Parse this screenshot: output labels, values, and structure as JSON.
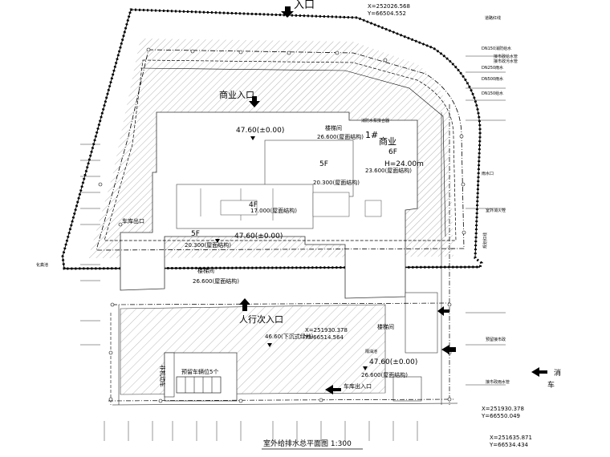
{
  "title": "室外给排水总平面图 1:300",
  "coords": {
    "top_right_x": "X=252026.568",
    "top_right_y": "Y=66504.552",
    "bottom_right1_x": "X=251930.378",
    "bottom_right1_y": "Y=66550.049",
    "bottom_right2_x": "X=251635.871",
    "bottom_right2_y": "Y=66534.434",
    "mid_x": "X=251930.378",
    "mid_y": "Y=66514.564"
  },
  "labels": {
    "entrance_top": "入口",
    "commercial_entrance": "商业入口",
    "pedestrian_entrance": "人行次入口",
    "building_no": "1#",
    "building_use": "商业",
    "floors": "6F",
    "height": "H=24.00m",
    "floor_5f": "5F",
    "floor_4f": "4F",
    "floor_5f_b": "5F",
    "fire_truck": "消",
    "fire_truck2": "车",
    "parking_note": "预留车辆位5个",
    "bike_parking": "非机动车",
    "level_1": "47.60(±0.00)",
    "level_2": "47.60(±0.00)",
    "level_3": "47.60(±0.00)",
    "roof_1": "26.600(屋面结构)",
    "roof_2": "23.600(屋面结构)",
    "roof_3": "20.300(屋面结构)",
    "roof_4": "17.000(屋面结构)",
    "roof_5": "20.300(屋面结构)",
    "roof_6": "26.600(屋面结构)",
    "roof_7": "26.600(屋面结构)",
    "roof_8": "46.60(下沉式绿地)",
    "stair_1": "楼梯间",
    "stair_2": "楼梯间",
    "stair_3": "楼梯间",
    "car_entrance": "车库出入口",
    "car_entrance2": "车库出口",
    "legend_1": "DN150消防给水",
    "legend_2": "DN250雨水",
    "legend_3": "DN500雨水",
    "legend_4": "DN150给水",
    "legend_5": "接市政给水管",
    "legend_6": "接市政污水管",
    "legend_7": "接市政雨水管",
    "legend_8": "预留接市政",
    "pipe_note_1": "雨水口",
    "pipe_note_2": "化粪池",
    "pipe_note_3": "隔油池",
    "pipe_note_4": "消防水泵接合器",
    "pipe_note_5": "室外消火栓",
    "road": "道路红线",
    "road2": "规划红线"
  }
}
